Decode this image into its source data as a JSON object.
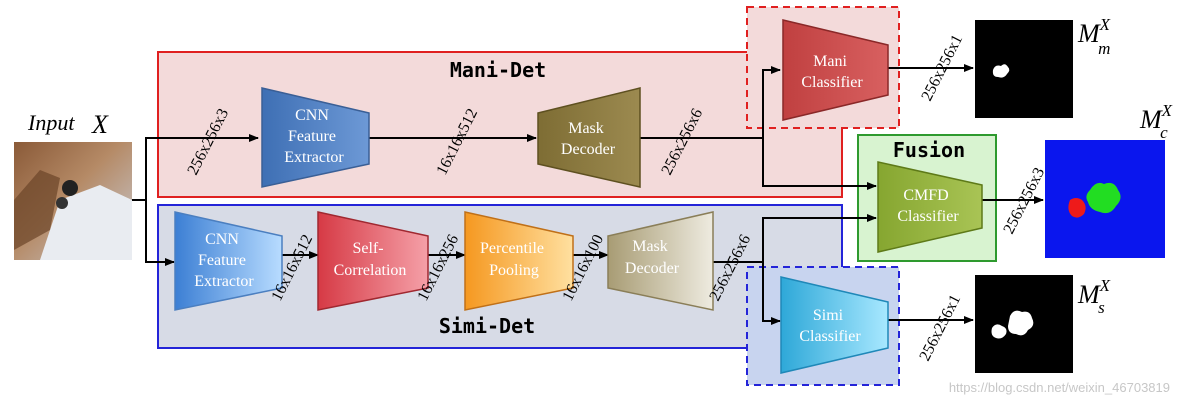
{
  "input": {
    "label_italic": "Input",
    "label_var": "X"
  },
  "regions": {
    "mani": "Mani-Det",
    "simi": "Simi-Det",
    "fusion": "Fusion"
  },
  "blocks": {
    "mani_cnn": [
      "CNN",
      "Feature",
      "Extractor"
    ],
    "mani_mask": [
      "Mask",
      "Decoder"
    ],
    "mani_cls": [
      "Mani",
      "Classifier"
    ],
    "simi_cnn": [
      "CNN",
      "Feature",
      "Extractor"
    ],
    "self_corr": [
      "Self-",
      "Correlation"
    ],
    "percentile": [
      "Percentile",
      "Pooling"
    ],
    "simi_mask": [
      "Mask",
      "Decoder"
    ],
    "simi_cls": [
      "Simi",
      "Classifier"
    ],
    "cmfd": [
      "CMFD",
      "Classifier"
    ]
  },
  "dims": {
    "in_mani": "256x256x3",
    "mani_feat": "16x16x512",
    "mani_mask_out": "256x256x6",
    "mani_cls_out": "256x256x1",
    "simi_feat": "16x16x512",
    "selfcorr_out": "16x16x256",
    "pool_out": "16x16x100",
    "simi_mask_out": "256x256x6",
    "simi_cls_out": "256x256x1",
    "cmfd_out": "256x256x3"
  },
  "outputs": {
    "m": {
      "base": "M",
      "sup": "X",
      "sub": "m"
    },
    "c": {
      "base": "M",
      "sup": "X",
      "sub": "c"
    },
    "s": {
      "base": "M",
      "sup": "X",
      "sub": "s"
    }
  },
  "watermark": "https://blog.csdn.net/weixin_46703819",
  "colors": {
    "mani_border": "#e02020",
    "mani_fill": "#f3dada",
    "simi_border": "#2424d8",
    "simi_fill": "#d7dbe6",
    "fusion_border": "#2e9a2e",
    "fusion_fill": "#d8f3d0",
    "cnn": "#4f7bbd",
    "mask_decoder": "#8c7a3c",
    "mani_cls": "#c84a4a",
    "self_corr": "#d8404a",
    "percentile": "#f4a030",
    "simi_mask": "#b8ad8a",
    "simi_cls": "#38b8e0",
    "cmfd": "#8fae3a",
    "fusion_map_bg": "#0a16ee"
  }
}
